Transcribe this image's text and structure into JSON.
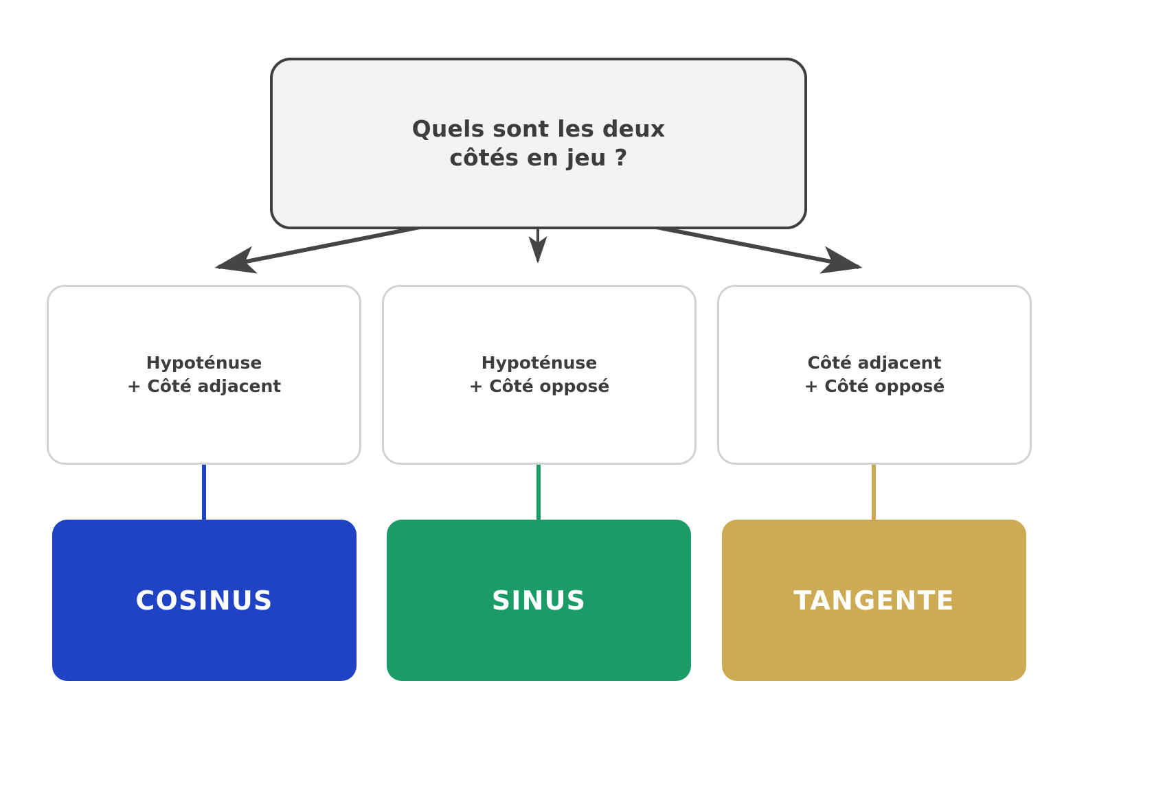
{
  "diagram": {
    "title": "Quels sont les deux côtés en jeu ?",
    "background_color": "#ffffff",
    "root": {
      "text": "Quels sont les deux\ncôtés en jeu ?",
      "fill_color": "#f2f3f5",
      "border_color": "#3f3f3f",
      "text_color": "#3d3d3d"
    },
    "arrow_color": "#454545",
    "branches": [
      {
        "condition": "Hypoténuse\n+ Côté adjacent",
        "condition_line1": "Hypoténuse",
        "condition_line2": "+ Côté adjacent",
        "result": "COSINUS",
        "accent_color": "#1f43c4",
        "condition_border_color": "#d2d2d2",
        "condition_fill_color": "#ffffff",
        "result_text_color": "#ffffff"
      },
      {
        "condition": "Hypoténuse\n+ Côté opposé",
        "condition_line1": "Hypoténuse",
        "condition_line2": "+ Côté opposé",
        "result": "SINUS",
        "accent_color": "#1b9c67",
        "condition_border_color": "#d2d2d2",
        "condition_fill_color": "#ffffff",
        "result_text_color": "#ffffff"
      },
      {
        "condition": "Côté adjacent\n+ Côté opposé",
        "condition_line1": "Côté adjacent",
        "condition_line2": "+ Côté opposé",
        "result": "TANGENTE",
        "accent_color": "#cdab55",
        "condition_border_color": "#d2d2d2",
        "condition_fill_color": "#ffffff",
        "result_text_color": "#ffffff"
      }
    ]
  }
}
